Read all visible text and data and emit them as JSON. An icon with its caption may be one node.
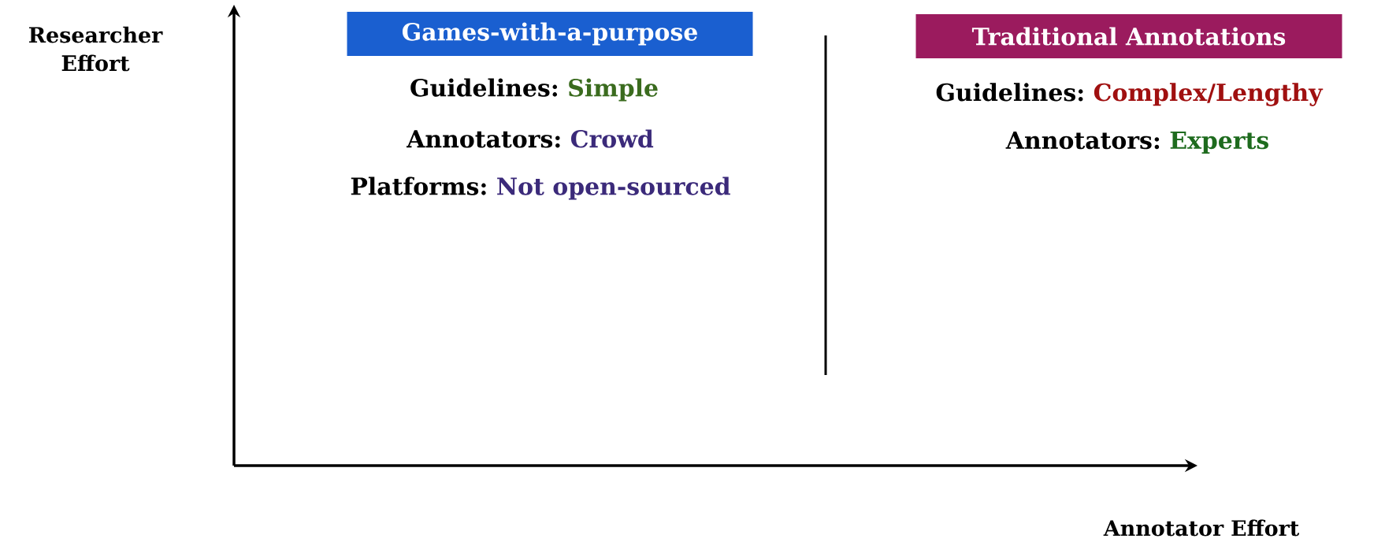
{
  "diagram": {
    "nodes": [
      {
        "text": [
          "Games-with-a-purpose"
        ]
      },
      {
        "text": [
          "Traditional Annotations"
        ]
      }
    ],
    "labels": [
      "Researcher Effort",
      "Guidelines:",
      "Simple",
      "Guidelines:",
      "Complex/Lengthy",
      "Annotators:",
      "Crowd",
      "Annotators:",
      "Experts",
      "Platforms:",
      "Not open-sourced",
      "Annotator Effort"
    ]
  }
}
